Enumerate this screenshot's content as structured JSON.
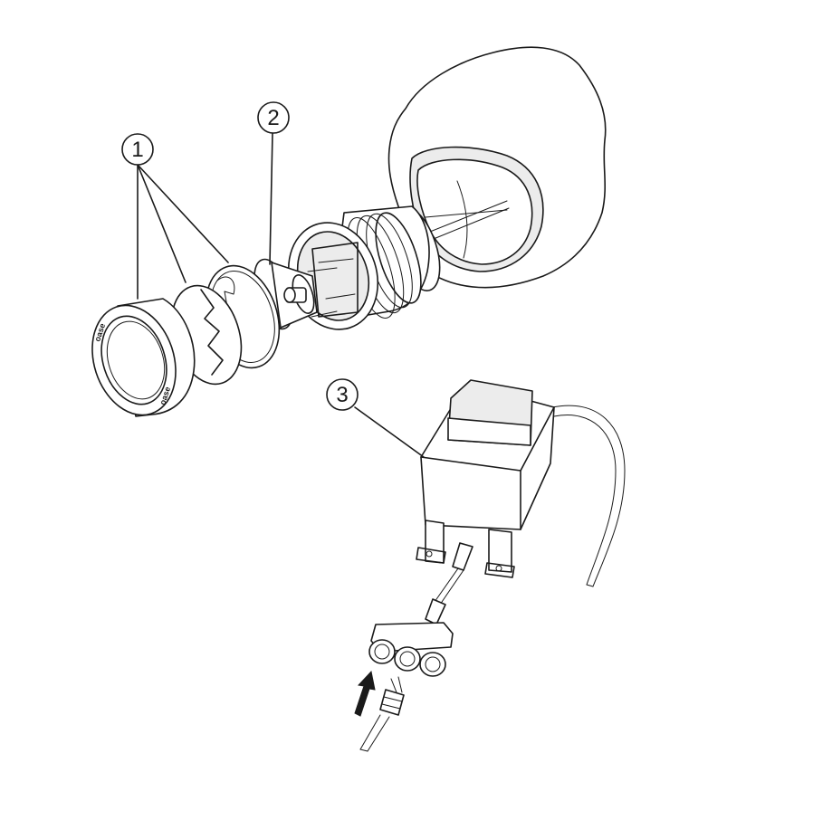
{
  "diagram": {
    "callouts": [
      {
        "label": "1",
        "part": "front-cover-lens-assembly"
      },
      {
        "label": "2",
        "part": "reflector-bulb-unit"
      },
      {
        "label": "3",
        "part": "transformer"
      }
    ],
    "brand_marks": [
      "oase",
      "oase"
    ],
    "arrow_direction": "up",
    "colors": {
      "line": "#1a1a1a",
      "background": "#ffffff",
      "shade": "#ececec"
    }
  }
}
